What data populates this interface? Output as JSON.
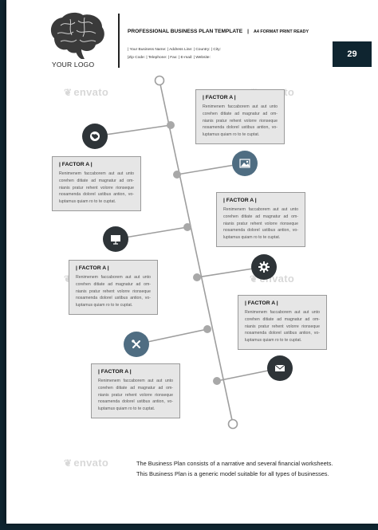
{
  "header": {
    "logo_text": "YOUR LOGO",
    "title": "PROFESSIONAL BUSINESS PLAN TEMPLATE",
    "title_sep": "|",
    "format": "A4 FORMAT PRINT READY",
    "contact_line1": "| Your Business Name: | Address Line: | Country: | City:",
    "contact_line2": "|Zip Code: | Telephone: | Fax: | E-mail: | Website:",
    "page_number": "29"
  },
  "watermark": "envato",
  "timeline": {
    "boxes": [
      {
        "title": "| FACTOR A |",
        "body": "Renimenem faccaborem aut aut unto corehen ditiate ad magnatur ad om-nianis pratur rehent volorre rionseque nosamenda dolorel ustibus antion, vo-luptamus quiam ro to te cuptat."
      },
      {
        "title": "| FACTOR A |",
        "body": "Renimenem faccaborem aut aut unto corehen ditiate ad magnatur ad om-nianis pratur rehent volorre rionseque nosamenda dolorel ustibus antion, vo-luptamus quiam ro to te cuptat."
      },
      {
        "title": "| FACTOR A |",
        "body": "Renimenem faccaborem aut aut unto corehen ditiate ad magnatur ad om-nianis pratur rehent volorre rionseque nosamenda dolorel ustibus antion, vo-luptamus quiam ro to te cuptat."
      },
      {
        "title": "| FACTOR A |",
        "body": "Renimenem faccaborem aut aut unto corehen ditiate ad magnatur ad om-nianis pratur rehent volorre rionseque nosamenda dolorel ustibus antion, vo-luptamus quiam ro to te cuptat."
      },
      {
        "title": "| FACTOR A |",
        "body": "Renimenem faccaborem aut aut unto corehen ditiate ad magnatur ad om-nianis pratur rehent volorre rionseque nosamenda dolorel ustibus antion, vo-luptamus quiam ro to te cuptat."
      },
      {
        "title": "| FACTOR A |",
        "body": "Renimenem faccaborem aut aut unto corehen ditiate ad magnatur ad om-nianis pratur rehent volorre rionseque nosamenda dolorel ustibus antion, vo-luptamus quiam ro to te cuptat."
      }
    ],
    "icons": [
      "globe-icon",
      "image-icon",
      "presentation-icon",
      "gear-icon",
      "tools-icon",
      "mail-icon"
    ]
  },
  "footer": {
    "line1": "The Business Plan consists of a narrative and several financial worksheets.",
    "line2": "This Business Plan is a generic model suitable for all types of businesses."
  },
  "colors": {
    "dark_navy": "#0f2530",
    "icon_dark": "#2e3438",
    "icon_blue": "#4f6d82",
    "box_fill": "#e6e6e6",
    "line_gray": "#9e9e9e"
  }
}
